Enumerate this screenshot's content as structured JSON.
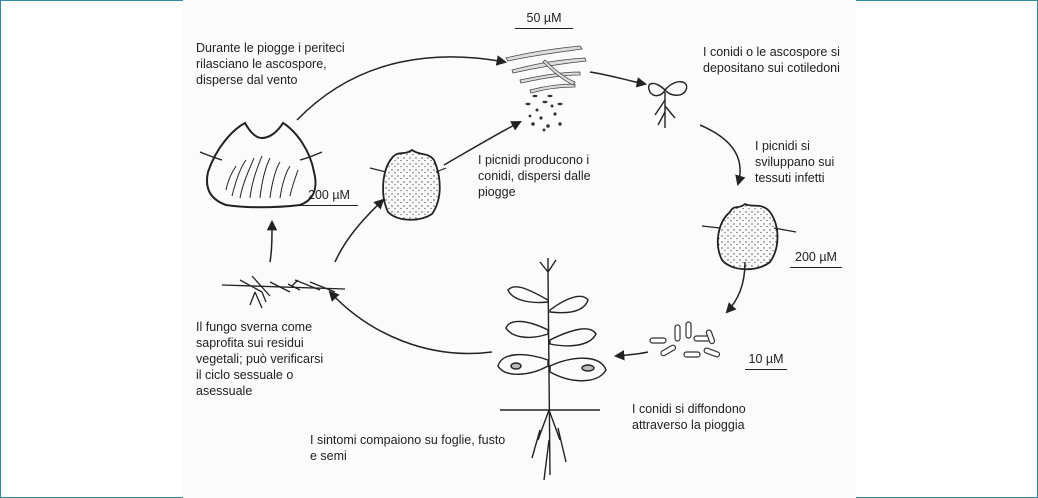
{
  "diagram": {
    "colors": {
      "border": "#2e8aa0",
      "ink": "#222222",
      "figure_bg": "#fbfbfb"
    },
    "labels": {
      "ascospore_release": "Durante le piogge i periteci\nrilasciano le ascospore,\ndisperse dal vento",
      "deposit_cotyledons": "I conidi o le ascospore si\ndepositano sui cotiledoni",
      "pycnidia_develop": "I picnidi si\nsviluppano sui\ntessuti infetti",
      "pycnidia_produce": "I picnidi producono i\nconidi, dispersi dalle\npiogge",
      "overwinter": "Il fungo sverna come\nsaprofita sui residui\nvegetali; può verificarsi\nil ciclo sessuale o\nasessuale",
      "conidia_rain": "I conidi si diffondono\nattraverso la pioggia",
      "symptoms": "I sintomi compaiono su foglie, fusto\ne semi"
    },
    "scales": {
      "top": "50 µM",
      "left_pycnidium": "200 µM",
      "right_pycnidium": "200 µM",
      "conidia": "10 µM"
    }
  }
}
